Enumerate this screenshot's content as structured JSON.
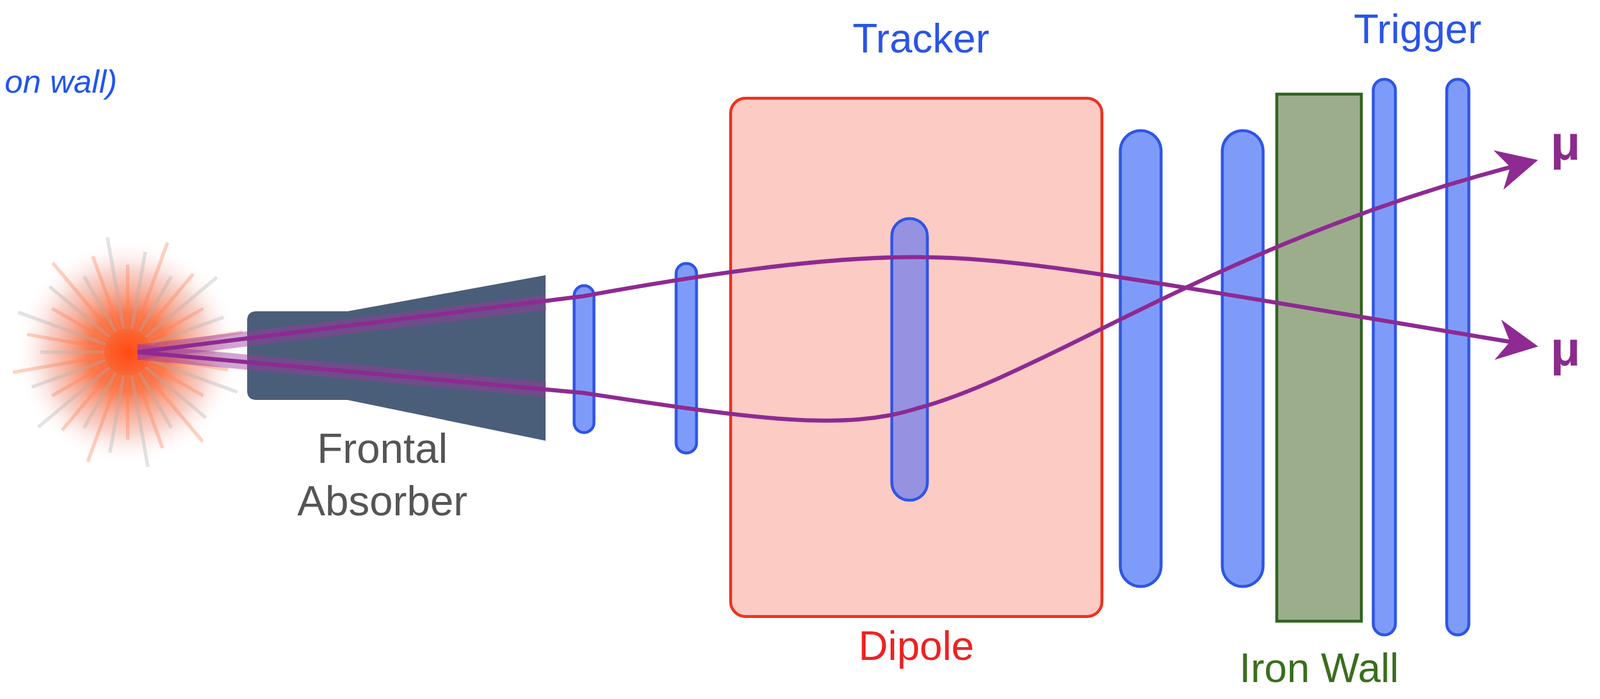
{
  "diagram": {
    "nodes": [
      {
        "text": [
          "Frontal Absorber"
        ]
      },
      {
        "text": [
          "Dipole"
        ]
      },
      {
        "text": [
          "Iron Wall"
        ]
      }
    ],
    "labels": [
      "on wall)",
      "Tracker",
      "Trigger",
      "μ",
      "μ"
    ]
  }
}
